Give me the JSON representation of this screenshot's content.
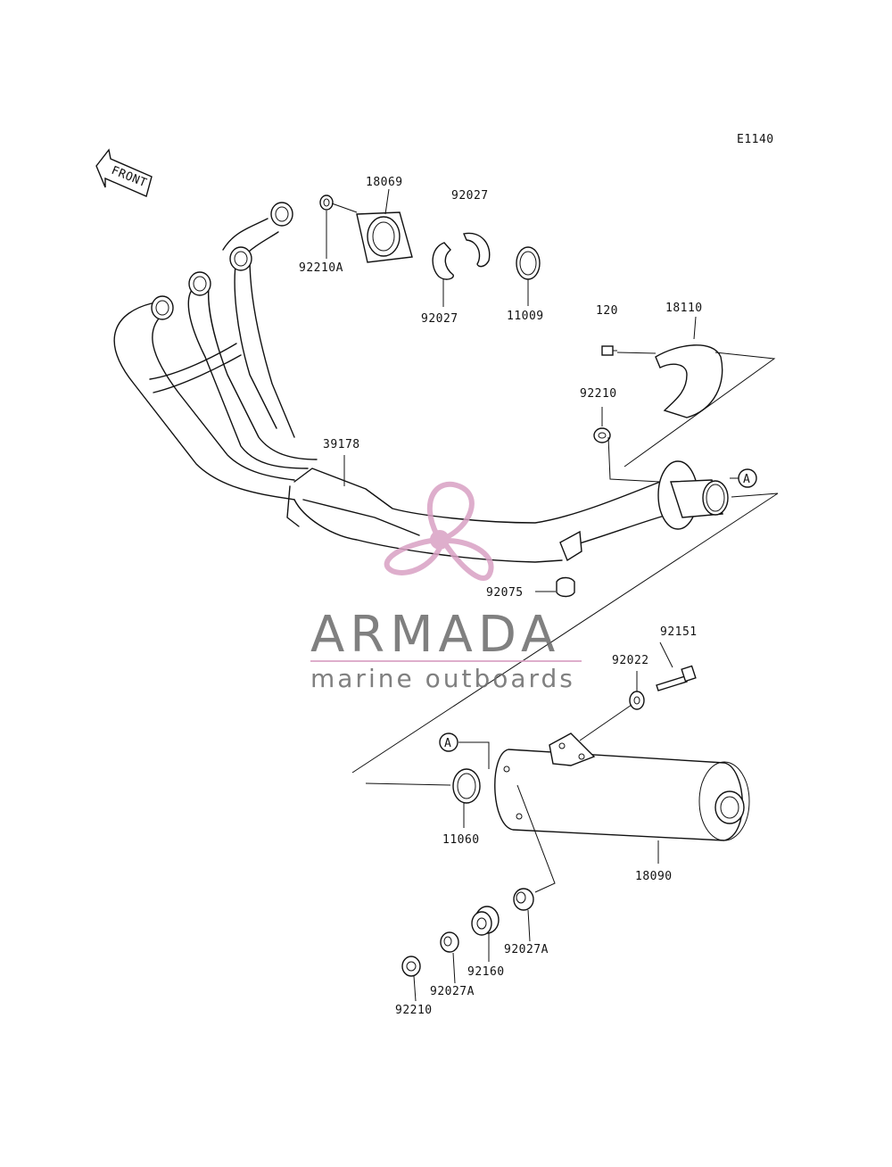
{
  "diagram": {
    "code": "E1140",
    "front_label": "FRONT",
    "circle_marker": "A",
    "parts": {
      "p18069": "18069",
      "p92027_top": "92027",
      "p92210A": "92210A",
      "p92027_mid": "92027",
      "p11009": "11009",
      "p120": "120",
      "p18110": "18110",
      "p92210_mid": "92210",
      "p39178": "39178",
      "p92075": "92075",
      "p92151": "92151",
      "p92022": "92022",
      "p11060": "11060",
      "p18090": "18090",
      "p92027A_right": "92027A",
      "p92160": "92160",
      "p92027A_left": "92027A",
      "p92210_bottom": "92210"
    }
  },
  "watermark": {
    "brand": "ARMADA",
    "tagline": "marine outboards",
    "accent_color": "#d9a1c4",
    "text_color": "#6b6b6b"
  }
}
